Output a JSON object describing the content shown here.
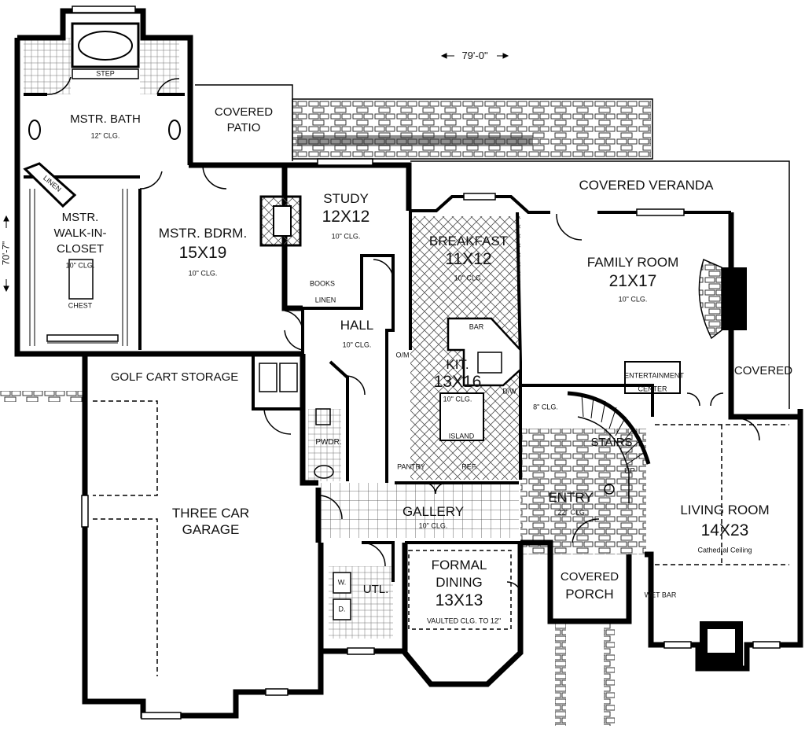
{
  "dimensions": {
    "width": "79'-0\"",
    "depth": "70'-7\""
  },
  "rooms": {
    "master_bath": {
      "name": "MSTR. BATH",
      "ceiling": "12\" CLG."
    },
    "step": "STEP",
    "covered_patio": {
      "line1": "COVERED",
      "line2": "PATIO"
    },
    "linen_1": "LINEN",
    "walk_in_closet": {
      "line1": "MSTR.",
      "line2": "WALK-IN-",
      "line3": "CLOSET",
      "ceiling": "10\" CLG.",
      "chest": "CHEST"
    },
    "master_bedroom": {
      "name": "MSTR. BDRM.",
      "size": "15X19",
      "ceiling": "10\" CLG."
    },
    "study": {
      "name": "STUDY",
      "size": "12X12",
      "ceiling": "10\" CLG."
    },
    "books": "BOOKS",
    "linen_2": "LINEN",
    "hall": {
      "name": "HALL",
      "ceiling": "10\" CLG."
    },
    "covered_veranda": "COVERED VERANDA",
    "breakfast": {
      "name": "BREAKFAST",
      "size": "11X12",
      "ceiling": "10\" CLG."
    },
    "family_room": {
      "name": "FAMILY ROOM",
      "size": "21X17",
      "ceiling": "10\" CLG."
    },
    "bar": "BAR",
    "kitchen": {
      "name": "KIT.",
      "size": "13X16",
      "ceiling": "10\" CLG.",
      "island": "ISLAND"
    },
    "ovens": "O/M",
    "dishwasher": "D/W",
    "pantry": "PANTRY",
    "refrigerator": "REF.",
    "entertainment_center": {
      "line1": "ENTERTAINMENT",
      "line2": "CENTER"
    },
    "covered_side": "COVERED",
    "stair_ceiling": "8\" CLG.",
    "stairs": "STAIRS",
    "up": "UP",
    "golf_cart_storage": "GOLF CART STORAGE",
    "powder": "PWDR.",
    "garage": {
      "line1": "THREE CAR",
      "line2": "GARAGE"
    },
    "gallery": {
      "name": "GALLERY",
      "ceiling": "10\" CLG."
    },
    "entry": {
      "name": "ENTRY",
      "ceiling": "22\" CLG."
    },
    "living_room": {
      "name": "LIVING ROOM",
      "size": "14X23",
      "ceiling": "Cathedral Ceiling"
    },
    "utility": {
      "name": "UTL.",
      "washer": "W.",
      "dryer": "D."
    },
    "formal_dining": {
      "line1": "FORMAL",
      "line2": "DINING",
      "size": "13X13",
      "ceiling": "VAULTED CLG. TO 12\""
    },
    "covered_porch": {
      "line1": "COVERED",
      "line2": "PORCH"
    },
    "wet_bar": "WET BAR"
  }
}
